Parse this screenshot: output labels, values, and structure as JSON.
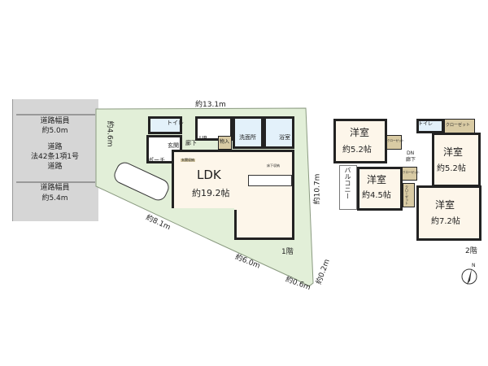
{
  "road": {
    "width_top_label": "道路幅員",
    "width_top": "約5.0m",
    "road_type_1": "道路",
    "road_type_2": "法42条1項1号",
    "road_type_3": "道路",
    "width_bottom_label": "道路幅員",
    "width_bottom": "約5.4m"
  },
  "lot": {
    "dims": [
      "約13.1m",
      "約4.6m",
      "約10.7m",
      "約8.1m",
      "約6.0m",
      "約0.6m",
      "約0.2m"
    ],
    "color": "#e2efd8"
  },
  "floor1": {
    "label": "1階",
    "toilet": "トイレ",
    "entrance": "玄関",
    "hall": "廊下",
    "up": "UP",
    "porch": "ポーチ",
    "storage": "物入",
    "washroom": "洗面所",
    "bath": "浴室",
    "ldk": "LDK",
    "ldk_size": "約19.2帖",
    "shoe_storage": "玄関収納",
    "underfloor": "床下収納"
  },
  "floor2": {
    "label": "2階",
    "room_a": "洋室",
    "room_a_size": "約5.2帖",
    "closet": "クローゼット",
    "closet_short": "クローゼット",
    "toilet": "トイレ",
    "dn": "DN",
    "hall": "廊下",
    "room_b": "洋室",
    "room_b_size": "約5.2帖",
    "balcony": "バルコニー",
    "room_c": "洋室",
    "room_c_size": "約4.5帖",
    "room_d": "洋室",
    "room_d_size": "約7.2帖"
  },
  "compass": {
    "label": "N"
  }
}
